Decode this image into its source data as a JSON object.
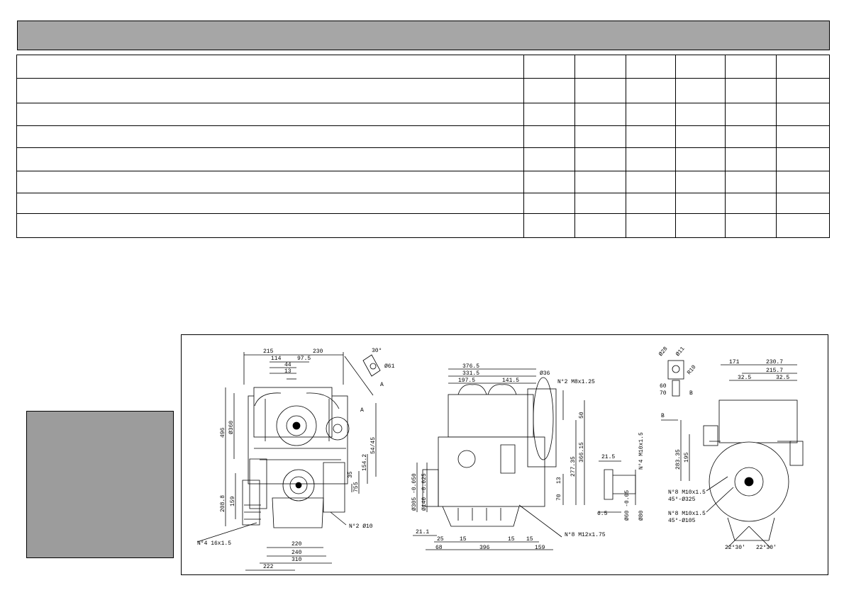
{
  "title": "",
  "table": {
    "rows": [
      [
        "",
        "",
        "",
        "",
        "",
        "",
        ""
      ],
      [
        "",
        "",
        "",
        "",
        "",
        "",
        ""
      ],
      [
        "",
        "",
        "",
        "",
        "",
        "",
        ""
      ],
      [
        "",
        "",
        "",
        "",
        "",
        "",
        ""
      ],
      [
        "",
        "",
        "",
        "",
        "",
        "",
        ""
      ],
      [
        "",
        "",
        "",
        "",
        "",
        "",
        ""
      ],
      [
        "",
        "",
        "",
        "",
        "",
        "",
        ""
      ],
      [
        "",
        "",
        "",
        "",
        "",
        "",
        ""
      ]
    ]
  },
  "drawing": {
    "front": {
      "dims": [
        "215",
        "230",
        "114",
        "97.5",
        "44",
        "13",
        "30°",
        "Ø61",
        "A",
        "Ø360",
        "496",
        "A",
        "54/45",
        "154.2",
        "35",
        "5",
        "75",
        "159",
        "208.8",
        "220",
        "240",
        "310",
        "222",
        "N°4 16x1.5",
        "N°2 Ø10"
      ]
    },
    "side": {
      "dims": [
        "376.5",
        "331.5",
        "Ø36",
        "197.5",
        "141.5",
        "N°2 M8x1.25",
        "50",
        "277.35",
        "366.15",
        "70",
        "13",
        "Ø305 -0.050",
        "Ø140 -0.025",
        "21.1",
        "25",
        "15",
        "15",
        "15",
        "68",
        "396",
        "159",
        "N°8 M12x1.75"
      ]
    },
    "flange": {
      "dims": [
        "21.5",
        "N°4 M10x1.5",
        "6.5",
        "Ø60 -0.05",
        "Ø80"
      ]
    },
    "rear": {
      "dims": [
        "Ø28",
        "Ø11",
        "R10",
        "60",
        "70",
        "B",
        "171",
        "230.7",
        "215.7",
        "32.5",
        "32.5",
        "B",
        "283.35",
        "195",
        "N°8 M10x1.5",
        "45°-Ø325",
        "N°8 M10x1.5",
        "45°-Ø105",
        "22°30'",
        "22°30'"
      ]
    }
  }
}
